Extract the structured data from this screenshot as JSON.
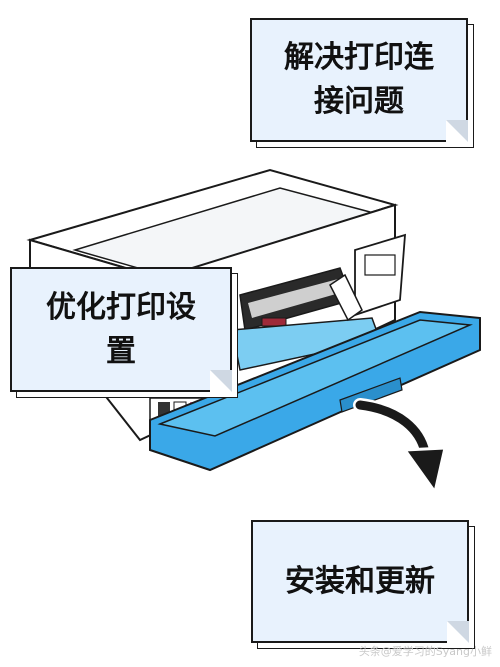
{
  "cards": {
    "top": {
      "label": "解决打印连\n接问题"
    },
    "middle": {
      "label": "优化打印设\n置"
    },
    "bottom": {
      "label": "安装和更新"
    }
  },
  "watermark": {
    "text": "头条@爱学习的Syang小鲜"
  },
  "colors": {
    "card_fill": "#e8f2fd",
    "tray_blue": "#3aa8e8",
    "tray_light": "#5cc0f0",
    "paper_blue": "#7ccdf2",
    "arrow": "#1a1a1a"
  },
  "icons": [
    "printer-illustration",
    "curved-arrow-icon",
    "page-fold-icon"
  ]
}
